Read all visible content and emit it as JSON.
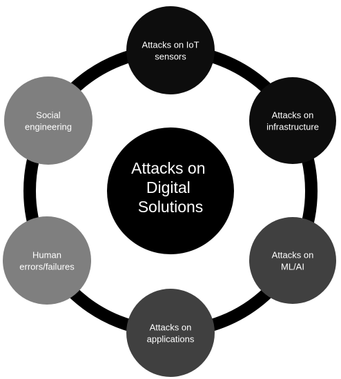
{
  "center": {
    "lines": [
      "Attacks on",
      "Digital",
      "Solutions"
    ],
    "color": "#000000"
  },
  "ring_color": "#000000",
  "nodes": [
    {
      "id": "iot-sensors",
      "lines": [
        "Attacks on IoT",
        "sensors"
      ],
      "color": "#0d0d0d"
    },
    {
      "id": "infrastructure",
      "lines": [
        "Attacks on",
        "infrastructure"
      ],
      "color": "#0d0d0d"
    },
    {
      "id": "ml-ai",
      "lines": [
        "Attacks on",
        "ML/AI"
      ],
      "color": "#404040"
    },
    {
      "id": "applications",
      "lines": [
        "Attacks on",
        "applications"
      ],
      "color": "#404040"
    },
    {
      "id": "human-errors",
      "lines": [
        "Human",
        "errors/failures"
      ],
      "color": "#7f7f7f"
    },
    {
      "id": "social-engineering",
      "lines": [
        "Social",
        "engineering"
      ],
      "color": "#7f7f7f"
    }
  ]
}
